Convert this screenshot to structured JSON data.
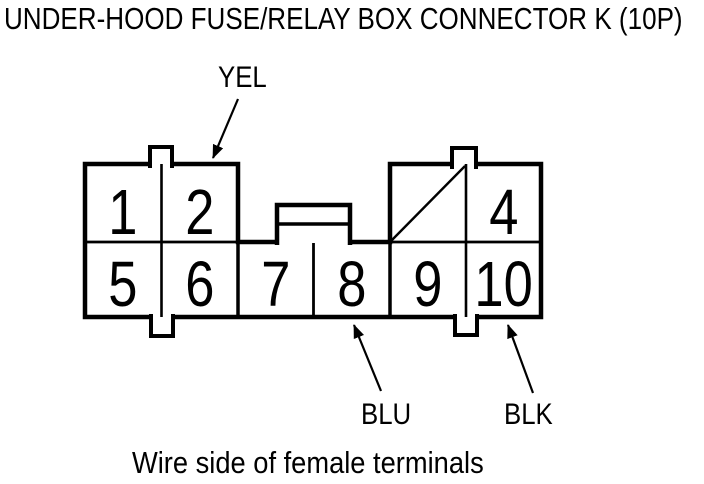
{
  "title": "UNDER-HOOD FUSE/RELAY BOX CONNECTOR K (10P)",
  "caption": "Wire side of female terminals",
  "connector": {
    "pins": {
      "1": "1",
      "2": "2",
      "4": "4",
      "5": "5",
      "6": "6",
      "7": "7",
      "8": "8",
      "9": "9",
      "10": "10"
    },
    "unused_cell_marker": "diagonal-slash",
    "wire_colors": [
      {
        "label": "YEL",
        "pin": "2"
      },
      {
        "label": "BLU",
        "pin": "8"
      },
      {
        "label": "BLK",
        "pin": "10"
      }
    ]
  },
  "colors": {
    "line": "#000000",
    "background": "#ffffff"
  }
}
